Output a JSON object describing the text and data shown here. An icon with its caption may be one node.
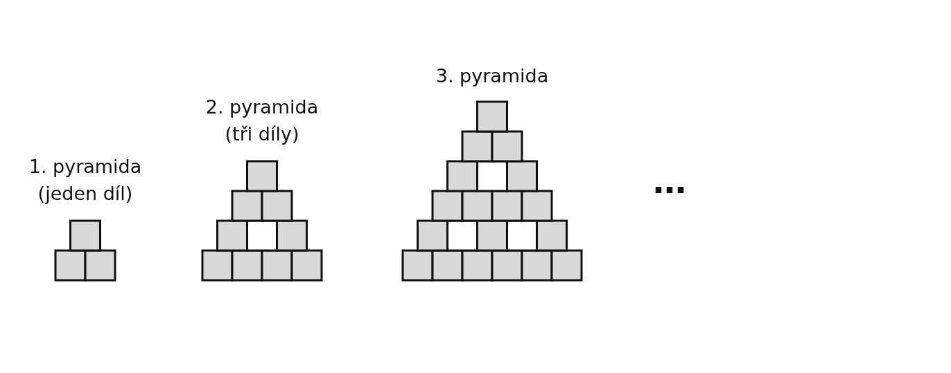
{
  "diagram": {
    "labels": [
      "1. pyramida",
      "(jeden díl)",
      "2. pyramida",
      "(tři díly)",
      "3. pyramida",
      "…"
    ]
  }
}
